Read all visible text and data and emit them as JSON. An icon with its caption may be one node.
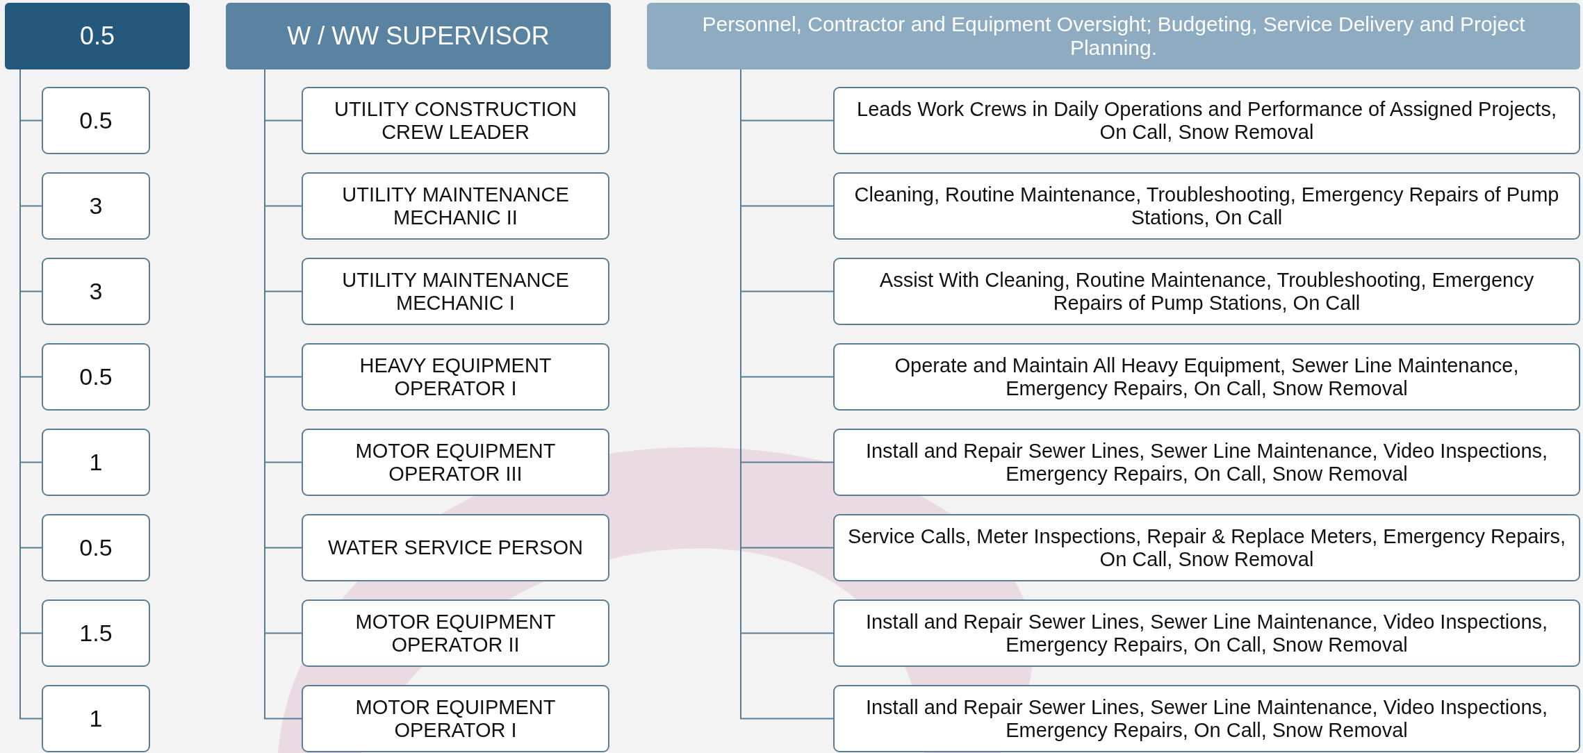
{
  "diagram": {
    "nodes": [
      {
        "text": [
          "0.5"
        ]
      },
      {
        "text": [
          "0.5"
        ]
      },
      {
        "text": [
          "3"
        ]
      },
      {
        "text": [
          "3"
        ]
      },
      {
        "text": [
          "0.5"
        ]
      },
      {
        "text": [
          "1"
        ]
      },
      {
        "text": [
          "0.5"
        ]
      },
      {
        "text": [
          "1.5"
        ]
      },
      {
        "text": [
          "1"
        ]
      },
      {
        "text": [
          "W / WW SUPERVISOR"
        ]
      },
      {
        "text": [
          "UTILITY CONSTRUCTION CREW LEADER"
        ]
      },
      {
        "text": [
          "UTILITY MAINTENANCE MECHANIC II"
        ]
      },
      {
        "text": [
          "UTILITY MAINTENANCE MECHANIC I"
        ]
      },
      {
        "text": [
          "HEAVY EQUIPMENT OPERATOR I"
        ]
      },
      {
        "text": [
          "MOTOR EQUIPMENT OPERATOR III"
        ]
      },
      {
        "text": [
          "WATER SERVICE PERSON"
        ]
      },
      {
        "text": [
          "MOTOR EQUIPMENT OPERATOR II"
        ]
      },
      {
        "text": [
          "MOTOR EQUIPMENT OPERATOR I"
        ]
      },
      {
        "text": [
          "Personnel, Contractor and Equipment Oversight; Budgeting, Service Delivery and Project Planning."
        ]
      },
      {
        "text": [
          "Leads Work Crews in Daily Operations and Performance of Assigned Projects, On Call, Snow Removal"
        ]
      },
      {
        "text": [
          "Cleaning, Routine Maintenance, Troubleshooting, Emergency Repairs of Pump Stations, On Call"
        ]
      },
      {
        "text": [
          "Assist With Cleaning, Routine Maintenance, Troubleshooting, Emergency Repairs of Pump Stations, On Call"
        ]
      },
      {
        "text": [
          "Operate and Maintain All Heavy Equipment, Sewer Line Maintenance, Emergency Repairs, On Call, Snow Removal"
        ]
      },
      {
        "text": [
          "Install and Repair Sewer Lines, Sewer Line Maintenance, Video Inspections, Emergency Repairs, On Call, Snow Removal"
        ]
      },
      {
        "text": [
          "Service Calls, Meter Inspections, Repair & Replace Meters, Emergency Repairs, On Call, Snow Removal"
        ]
      },
      {
        "text": [
          "Install and Repair Sewer Lines, Sewer Line Maintenance, Video Inspections, Emergency Repairs, On Call, Snow Removal"
        ]
      },
      {
        "text": [
          "Install and Repair Sewer Lines, Sewer Line Maintenance, Video Inspections, Emergency Repairs, On Call, Snow Removal"
        ]
      }
    ],
    "edges": [
      {
        "from": 0,
        "to": 1,
        "arrow": "none"
      },
      {
        "from": 0,
        "to": 2,
        "arrow": "none"
      },
      {
        "from": 0,
        "to": 3,
        "arrow": "none"
      },
      {
        "from": 0,
        "to": 4,
        "arrow": "none"
      },
      {
        "from": 0,
        "to": 5,
        "arrow": "none"
      },
      {
        "from": 0,
        "to": 6,
        "arrow": "none"
      },
      {
        "from": 0,
        "to": 7,
        "arrow": "none"
      },
      {
        "from": 0,
        "to": 8,
        "arrow": "none"
      },
      {
        "from": 9,
        "to": 10,
        "arrow": "none"
      },
      {
        "from": 9,
        "to": 11,
        "arrow": "none"
      },
      {
        "from": 9,
        "to": 12,
        "arrow": "none"
      },
      {
        "from": 9,
        "to": 13,
        "arrow": "none"
      },
      {
        "from": 9,
        "to": 14,
        "arrow": "none"
      },
      {
        "from": 9,
        "to": 15,
        "arrow": "none"
      },
      {
        "from": 9,
        "to": 16,
        "arrow": "none"
      },
      {
        "from": 9,
        "to": 17,
        "arrow": "none"
      },
      {
        "from": 18,
        "to": 19,
        "arrow": "none"
      },
      {
        "from": 18,
        "to": 20,
        "arrow": "none"
      },
      {
        "from": 18,
        "to": 21,
        "arrow": "none"
      },
      {
        "from": 18,
        "to": 22,
        "arrow": "none"
      },
      {
        "from": 18,
        "to": 23,
        "arrow": "none"
      },
      {
        "from": 18,
        "to": 24,
        "arrow": "none"
      },
      {
        "from": 18,
        "to": 25,
        "arrow": "none"
      },
      {
        "from": 18,
        "to": 26,
        "arrow": "none"
      }
    ]
  }
}
